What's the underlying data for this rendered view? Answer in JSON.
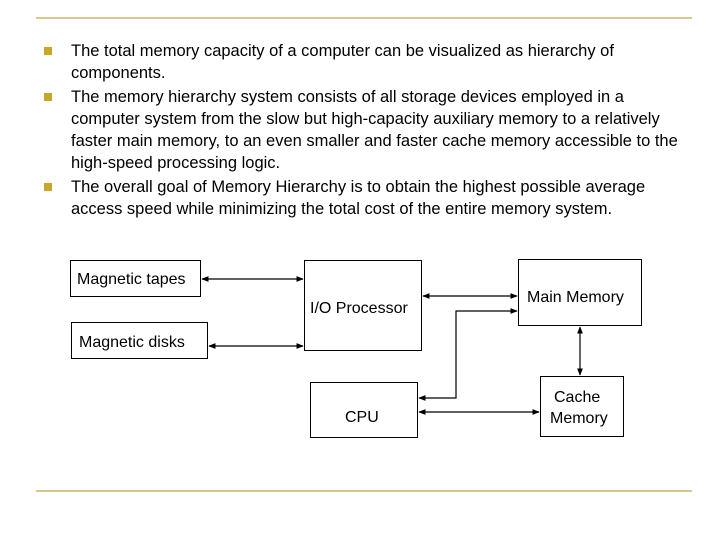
{
  "bullets": [
    "The total memory capacity of a computer can be visualized as hierarchy of components.",
    "The memory hierarchy system consists of all storage devices employed in a computer system from the slow but high-capacity auxiliary memory to a relatively faster main memory, to an even smaller and faster cache memory accessible to the high-speed processing logic.",
    "The overall goal of Memory Hierarchy is to obtain the highest possible average access speed while minimizing the total cost of the entire memory system."
  ],
  "diagram": {
    "magnetic_tapes": "Magnetic tapes",
    "magnetic_disks": "Magnetic disks",
    "io_processor": "I/O Processor",
    "main_memory": "Main Memory",
    "cpu": "CPU",
    "cache_line1": "Cache",
    "cache_line2": "Memory"
  },
  "colors": {
    "accent_rule": "#d7c98c",
    "bullet": "#c9a62a"
  }
}
